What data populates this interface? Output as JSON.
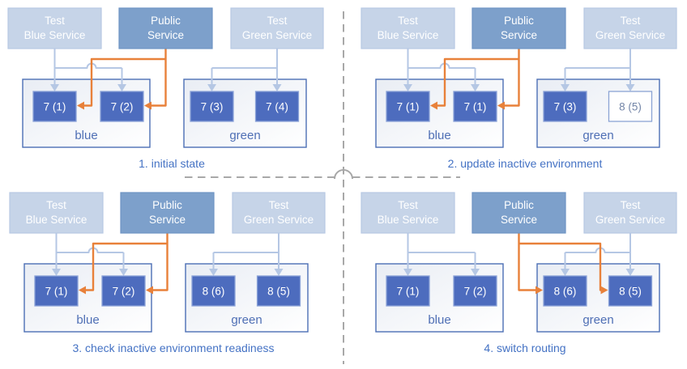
{
  "colors": {
    "service_light_fill": "#c6d4e8",
    "service_light_border": "#b7c9e3",
    "service_public_fill": "#7da0cb",
    "service_public_border": "#6d94c4",
    "service_text": "#ffffff",
    "pod_fill": "#4d6cbe",
    "pod_border": "#8aa2d8",
    "pod_text": "#ffffff",
    "pod_outline_fill": "#ffffff",
    "pod_outline_border": "#8ba3d4",
    "pod_outline_text": "#7486a8",
    "env_border": "#4c6fb5",
    "env_fill_start": "#e9edf4",
    "env_fill_end": "#ffffff",
    "env_label": "#4f6fb5",
    "connector_light": "#b5c7e4",
    "connector_orange": "#e8813a",
    "caption": "#4472c4",
    "divider": "#a8a8a8"
  },
  "quadrants": [
    {
      "caption": "1. initial state",
      "public_route": "blue",
      "services": [
        {
          "type": "test",
          "label_lines": [
            "Test",
            "Blue Service"
          ]
        },
        {
          "type": "public",
          "label_lines": [
            "Public",
            "Service"
          ]
        },
        {
          "type": "test",
          "label_lines": [
            "Test",
            "Green Service"
          ]
        }
      ],
      "environments": [
        {
          "name": "blue",
          "pods": [
            {
              "label": "7 (1)",
              "style": "filled"
            },
            {
              "label": "7 (2)",
              "style": "filled"
            }
          ]
        },
        {
          "name": "green",
          "pods": [
            {
              "label": "7 (3)",
              "style": "filled"
            },
            {
              "label": "7 (4)",
              "style": "filled"
            }
          ]
        }
      ]
    },
    {
      "caption": "2. update inactive environment",
      "public_route": "blue",
      "services": [
        {
          "type": "test",
          "label_lines": [
            "Test",
            "Blue Service"
          ]
        },
        {
          "type": "public",
          "label_lines": [
            "Public",
            "Service"
          ]
        },
        {
          "type": "test",
          "label_lines": [
            "Test",
            "Green Service"
          ]
        }
      ],
      "environments": [
        {
          "name": "blue",
          "pods": [
            {
              "label": "7 (1)",
              "style": "filled"
            },
            {
              "label": "7 (1)",
              "style": "filled"
            }
          ]
        },
        {
          "name": "green",
          "pods": [
            {
              "label": "7 (3)",
              "style": "filled"
            },
            {
              "label": "8 (5)",
              "style": "outline"
            }
          ]
        }
      ]
    },
    {
      "caption": "3. check inactive environment readiness",
      "public_route": "blue",
      "services": [
        {
          "type": "test",
          "label_lines": [
            "Test",
            "Blue Service"
          ]
        },
        {
          "type": "public",
          "label_lines": [
            "Public",
            "Service"
          ]
        },
        {
          "type": "test",
          "label_lines": [
            "Test",
            "Green Service"
          ]
        }
      ],
      "environments": [
        {
          "name": "blue",
          "pods": [
            {
              "label": "7 (1)",
              "style": "filled"
            },
            {
              "label": "7 (2)",
              "style": "filled"
            }
          ]
        },
        {
          "name": "green",
          "pods": [
            {
              "label": "8 (6)",
              "style": "filled"
            },
            {
              "label": "8 (5)",
              "style": "filled"
            }
          ]
        }
      ]
    },
    {
      "caption": "4. switch routing",
      "public_route": "green",
      "services": [
        {
          "type": "test",
          "label_lines": [
            "Test",
            "Blue Service"
          ]
        },
        {
          "type": "public",
          "label_lines": [
            "Public",
            "Service"
          ]
        },
        {
          "type": "test",
          "label_lines": [
            "Test",
            "Green Service"
          ]
        }
      ],
      "environments": [
        {
          "name": "blue",
          "pods": [
            {
              "label": "7 (1)",
              "style": "filled"
            },
            {
              "label": "7 (2)",
              "style": "filled"
            }
          ]
        },
        {
          "name": "green",
          "pods": [
            {
              "label": "8 (6)",
              "style": "filled"
            },
            {
              "label": "8 (5)",
              "style": "filled"
            }
          ]
        }
      ]
    }
  ]
}
